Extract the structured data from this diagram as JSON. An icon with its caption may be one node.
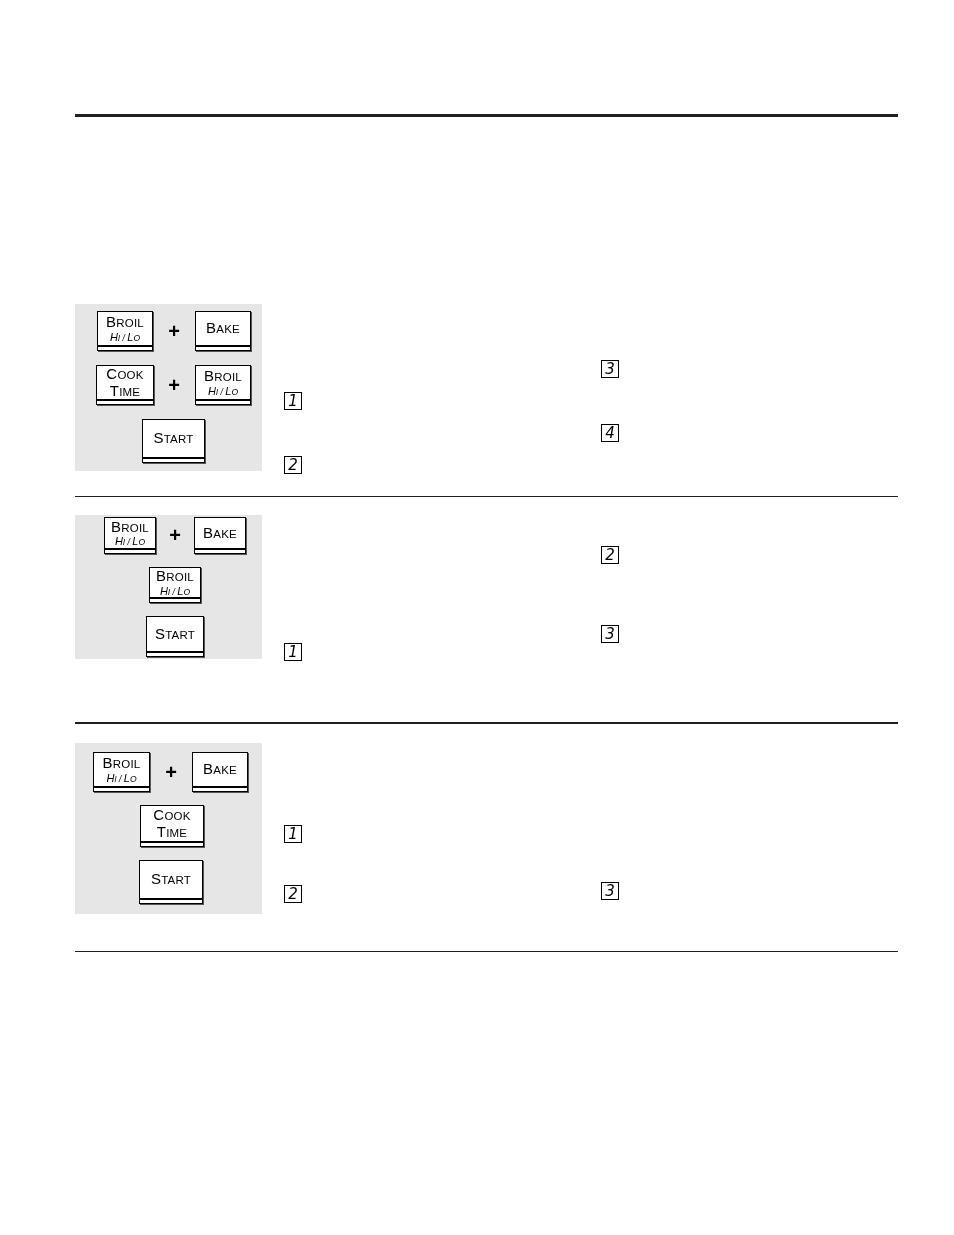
{
  "diagram": {
    "nodes": [
      {
        "text": [],
        "shape": "box"
      },
      {
        "text": [
          "BROIL",
          "HI / LO"
        ],
        "in": 0
      },
      {
        "text": [
          "BAKE"
        ],
        "in": 0
      },
      {
        "text": [
          "COOK TIME"
        ],
        "in": 0
      },
      {
        "text": [
          "BROIL",
          "HI / LO"
        ],
        "in": 0
      },
      {
        "text": [
          "START"
        ],
        "in": 0
      },
      {
        "text": [],
        "shape": "box"
      },
      {
        "text": [
          "BROIL",
          "HI / LO"
        ],
        "in": 6
      },
      {
        "text": [
          "BAKE"
        ],
        "in": 6
      },
      {
        "text": [
          "BROIL",
          "HI / LO"
        ],
        "in": 6
      },
      {
        "text": [
          "START"
        ],
        "in": 6
      },
      {
        "text": [],
        "shape": "box"
      },
      {
        "text": [
          "BROIL",
          "HI / LO"
        ],
        "in": 11
      },
      {
        "text": [
          "BAKE"
        ],
        "in": 11
      },
      {
        "text": [
          "COOK TIME"
        ],
        "in": 11
      },
      {
        "text": [
          "START"
        ],
        "in": 11
      }
    ],
    "labels": [
      "+",
      "+",
      "1",
      "2",
      "3",
      "4",
      "+",
      "1",
      "2",
      "3",
      "+",
      "1",
      "2",
      "3"
    ]
  }
}
